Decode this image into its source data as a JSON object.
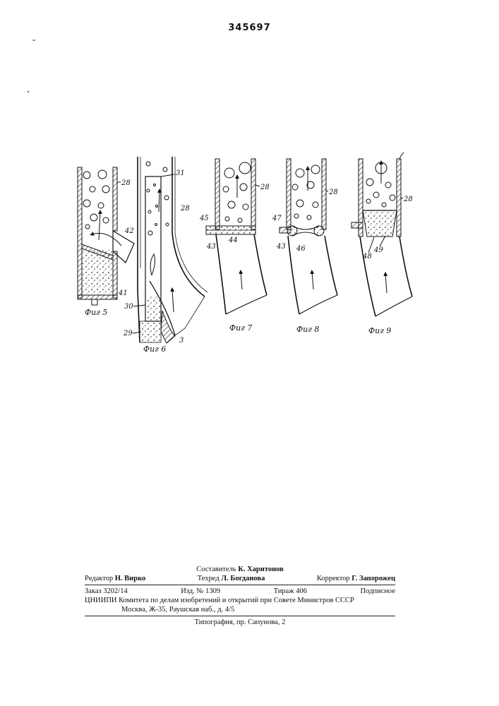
{
  "patent_number": "345697",
  "figures": [
    {
      "caption": "Фиг 5",
      "labels": [
        "28",
        "42",
        "41"
      ]
    },
    {
      "caption": "Фиг 6",
      "labels": [
        "31",
        "28",
        "30",
        "29",
        "3"
      ]
    },
    {
      "caption": "Фиг 7",
      "labels": [
        "28",
        "45",
        "43",
        "44"
      ]
    },
    {
      "caption": "Фиг 8",
      "labels": [
        "28",
        "47",
        "43",
        "46"
      ]
    },
    {
      "caption": "Фиг 9",
      "labels": [
        "28",
        "48",
        "49"
      ]
    }
  ],
  "imprint": {
    "compiler_label": "Составитель",
    "compiler_name": "К. Харитонов",
    "editor_label": "Редактор",
    "editor_name": "Н. Вирко",
    "techred_label": "Техред",
    "techred_name": "Л. Богданова",
    "corrector_label": "Корректор",
    "corrector_name": "Г. Запорожец",
    "order": "Заказ 3202/14",
    "edition": "Изд. № 1309",
    "circulation": "Тираж 406",
    "subscription": "Подписное",
    "institute": "ЦНИИПИ Комитета по делам изобретений и открытий при Совете Министров СССР",
    "address": "Москва, Ж-35, Раушская наб., д. 4/5",
    "printer": "Типография, пр. Сапунова, 2"
  }
}
